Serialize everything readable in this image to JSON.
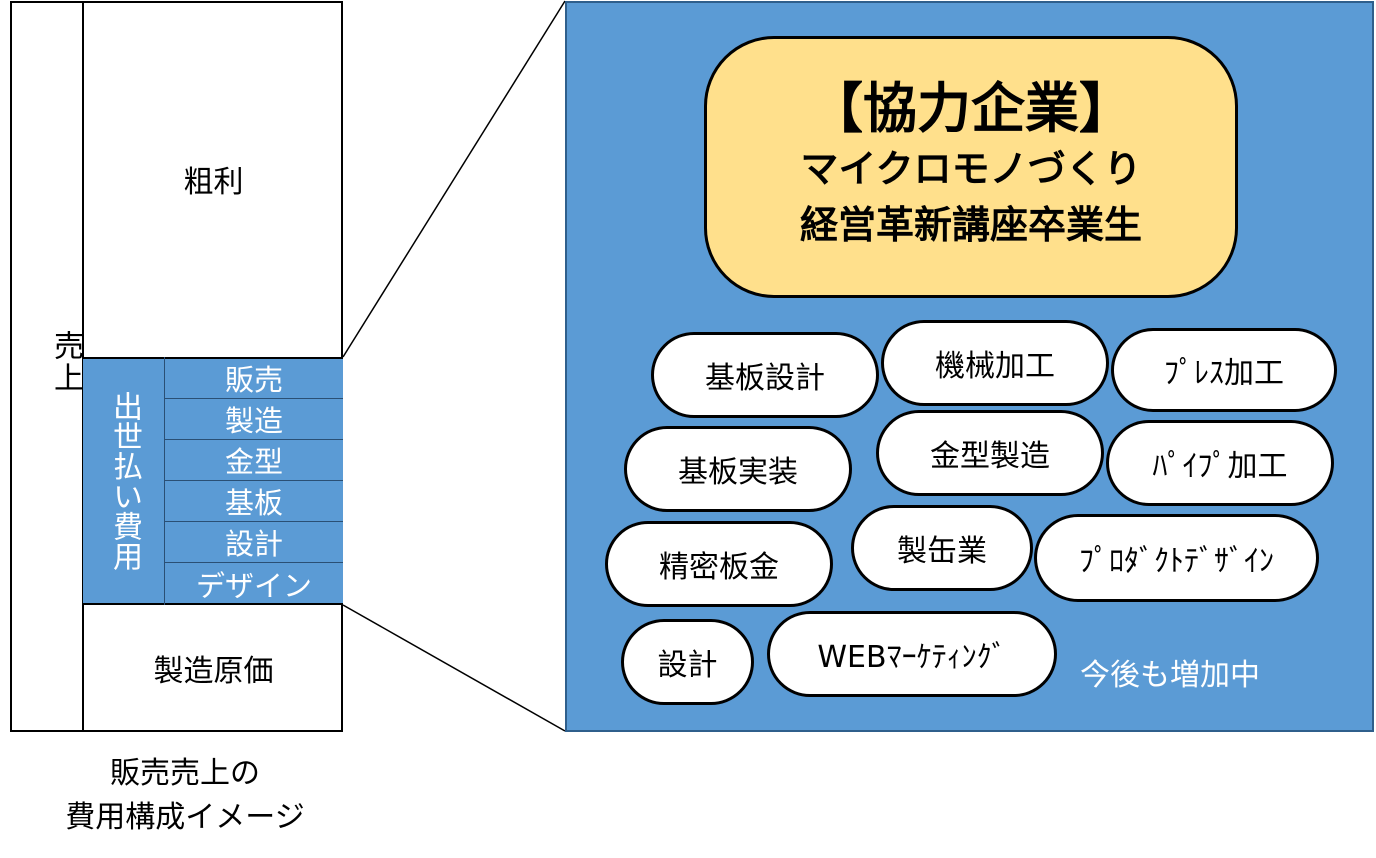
{
  "left": {
    "sales_label": "売上",
    "gross_profit": "粗利",
    "shusse_label": "出世払い費用",
    "sub_items": [
      "販売",
      "製造",
      "金型",
      "基板",
      "設計",
      "デザイン"
    ],
    "cogs": "製造原価",
    "caption_line1": "販売売上の",
    "caption_line2": "費用構成イメージ"
  },
  "right": {
    "hero_line1": "【協力企業】",
    "hero_line2": "マイクロモノづくり",
    "hero_line3": "経営革新講座卒業生",
    "pills": [
      "基板設計",
      "機械加工",
      "ﾌﾟﾚｽ加工",
      "基板実装",
      "金型製造",
      "ﾊﾟｲﾌﾟ加工",
      "精密板金",
      "製缶業",
      "ﾌﾟﾛﾀﾞｸﾄﾃﾞｻﾞｲﾝ",
      "設計",
      "WEBﾏｰｹﾃｨﾝｸﾞ"
    ],
    "growth": "今後も増加中"
  },
  "colors": {
    "blue": "#5b9bd5",
    "hero_fill": "#ffe08c",
    "white": "#ffffff",
    "black": "#000000"
  }
}
